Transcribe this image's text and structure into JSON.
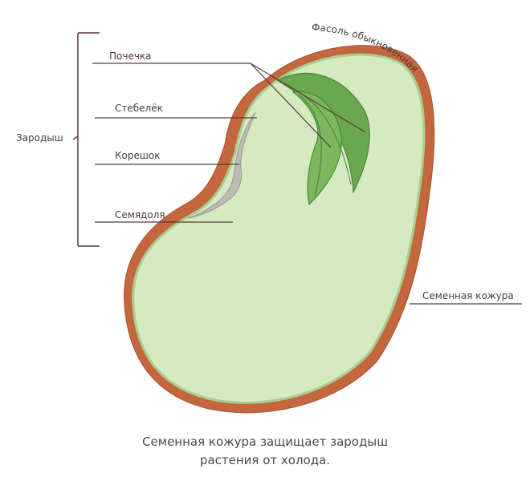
{
  "labels": {
    "bean": "Фасоль обыкновенная",
    "plumule": "Почечка",
    "stem": "Стебелёк",
    "root": "Корешок",
    "cotyledon": "Семядоля",
    "embryo": "Зародыш",
    "seed_coat": "Семенная кожура"
  },
  "caption": {
    "line1": "Семенная кожура защищает зародыш",
    "line2": "растения от холода."
  },
  "colors": {
    "coat": "#c4673f",
    "cotyledon": "#d6eac2",
    "cotyledon_edge": "#a9ce91",
    "leaf": "#6aa84f",
    "leaf_dark": "#3f7d33",
    "gray_embryo": "#bcbcb6",
    "line": "#5a3b36"
  }
}
